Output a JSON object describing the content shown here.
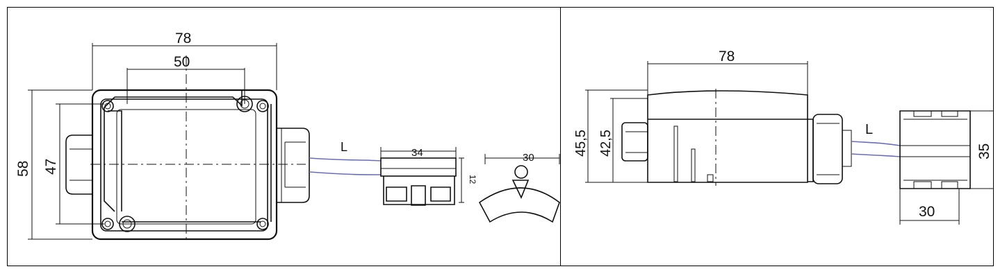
{
  "front_view": {
    "width_outer": "78",
    "width_holes": "50",
    "height_outer": "58",
    "height_inner": "47",
    "cable_label": "L",
    "connector_length": "34",
    "connector_height": "12",
    "clip_width": "30"
  },
  "side_view": {
    "length": "78",
    "height_outer": "45,5",
    "height_inner": "42,5",
    "cable_label": "L",
    "connector_height": "35",
    "connector_width": "30"
  },
  "colors": {
    "line": "#111111",
    "cable": "#6b6fa8",
    "border": "#000000"
  }
}
